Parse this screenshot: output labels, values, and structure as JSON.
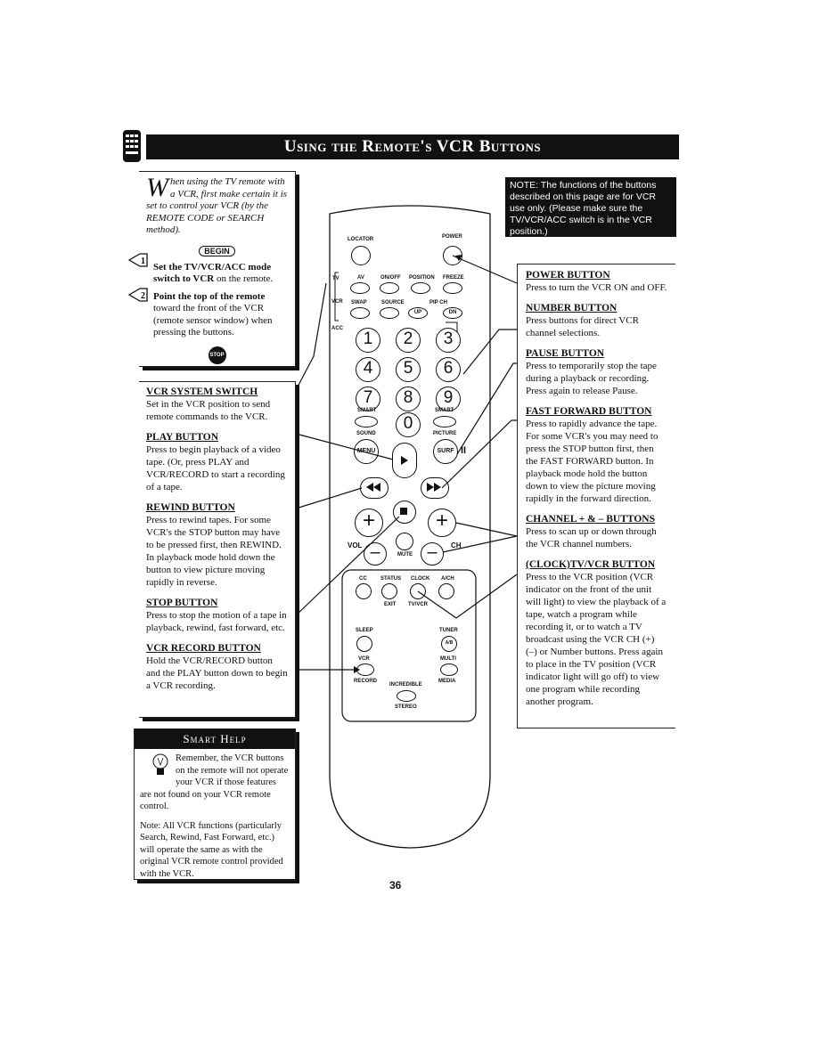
{
  "header": {
    "title": "Using the Remote's VCR Buttons"
  },
  "note": {
    "text": "NOTE: The functions of the buttons described on this page are for VCR use only. (Please make sure the TV/VCR/ACC switch is in the VCR position.)"
  },
  "intro": {
    "dropcap": "W",
    "text": "hen using the TV remote with a VCR, first make certain it is set to control your VCR (by the REMOTE CODE or SEARCH method).",
    "begin_label": "BEGIN",
    "step1_num": "1",
    "step1_bold": "Set the TV/VCR/ACC mode switch to VCR",
    "step1_rest": " on the remote.",
    "step2_num": "2",
    "step2_bold": "Point the top of the remote",
    "step2_rest": " toward the front of the VCR (remote sensor window) when pressing the buttons.",
    "stop_label": "STOP"
  },
  "left_sections": [
    {
      "title": "VCR SYSTEM SWITCH",
      "body": "Set in the VCR position to send remote commands to the VCR."
    },
    {
      "title": "PLAY BUTTON",
      "body": "Press to begin playback of a video tape. (Or, press PLAY and VCR/RECORD to start a recording of a tape."
    },
    {
      "title": "REWIND BUTTON",
      "body": "Press to rewind tapes. For some VCR's the STOP button may have to be pressed first, then REWIND. In playback mode hold down the button to view picture moving rapidly in reverse."
    },
    {
      "title": "STOP BUTTON",
      "body": "Press to stop the motion of a tape in playback, rewind, fast forward, etc."
    },
    {
      "title": "VCR RECORD BUTTON",
      "body": "Hold the VCR/RECORD button and the PLAY button down to begin a VCR recording."
    }
  ],
  "right_sections": [
    {
      "title": "POWER BUTTON",
      "body": "Press to turn the VCR ON and OFF."
    },
    {
      "title": "NUMBER BUTTON",
      "body": "Press buttons for direct VCR channel selections."
    },
    {
      "title": "PAUSE BUTTON",
      "body": "Press to temporarily stop the tape during a playback or recording. Press again to release Pause."
    },
    {
      "title": "FAST FORWARD BUTTON",
      "body": "Press to rapidly advance the tape. For some VCR's you may need to press the STOP button first, then the FAST FORWARD button. In playback mode hold the button down to view the picture moving rapidly in the forward direction."
    },
    {
      "title": "CHANNEL + & – BUTTONS",
      "body": "Press to scan up or down through the VCR channel numbers."
    },
    {
      "title": "(CLOCK)TV/VCR BUTTON",
      "body": "Press to the VCR position (VCR indicator on the front of the unit will light) to view the playback of a tape, watch a program while recording it, or to watch a TV broadcast using the VCR CH (+) (–) or Number buttons. Press again to place in the TV position (VCR indicator light will go off) to view one program while recording another program."
    }
  ],
  "smart_help": {
    "title": "Smart Help",
    "p1": "Remember, the VCR buttons on the remote will not operate your VCR if those features are not found on your VCR remote control.",
    "p2": "Note: All VCR functions (particularly Search, Rewind, Fast Forward, etc.) will operate the same as with the original VCR remote control provided with the VCR."
  },
  "remote": {
    "locator": "LOCATOR",
    "power": "POWER",
    "tv": "TV",
    "vcr": "VCR",
    "acc": "ACC",
    "av": "AV",
    "onoff": "ON/OFF",
    "position": "POSITION",
    "freeze": "FREEZE",
    "swap": "SWAP",
    "source": "SOURCE",
    "pipch": "PIP CH",
    "up": "UP",
    "dn": "DN",
    "numbers": [
      "1",
      "2",
      "3",
      "4",
      "5",
      "6",
      "7",
      "8",
      "9"
    ],
    "zero": "0",
    "smart_l": "SMART",
    "smart_r": "SMART",
    "sound": "SOUND",
    "picture": "PICTURE",
    "menu": "MENU",
    "surf": "SURF",
    "pause_glyph": "II",
    "vol": "VOL",
    "ch": "CH",
    "mute": "MUTE",
    "plus": "+",
    "minus": "–",
    "cc": "CC",
    "status": "STATUS",
    "clock": "CLOCK",
    "ach": "A/CH",
    "exit": "EXIT",
    "tvvcr": "TV/VCR",
    "sleep": "SLEEP",
    "tuner": "TUNER",
    "ab": "A/B",
    "vcr_btn": "VCR",
    "multi": "MULTI",
    "record": "RECORD",
    "incredible": "INCREDIBLE",
    "media": "MEDIA",
    "stereo": "STEREO"
  },
  "page_number": "36"
}
